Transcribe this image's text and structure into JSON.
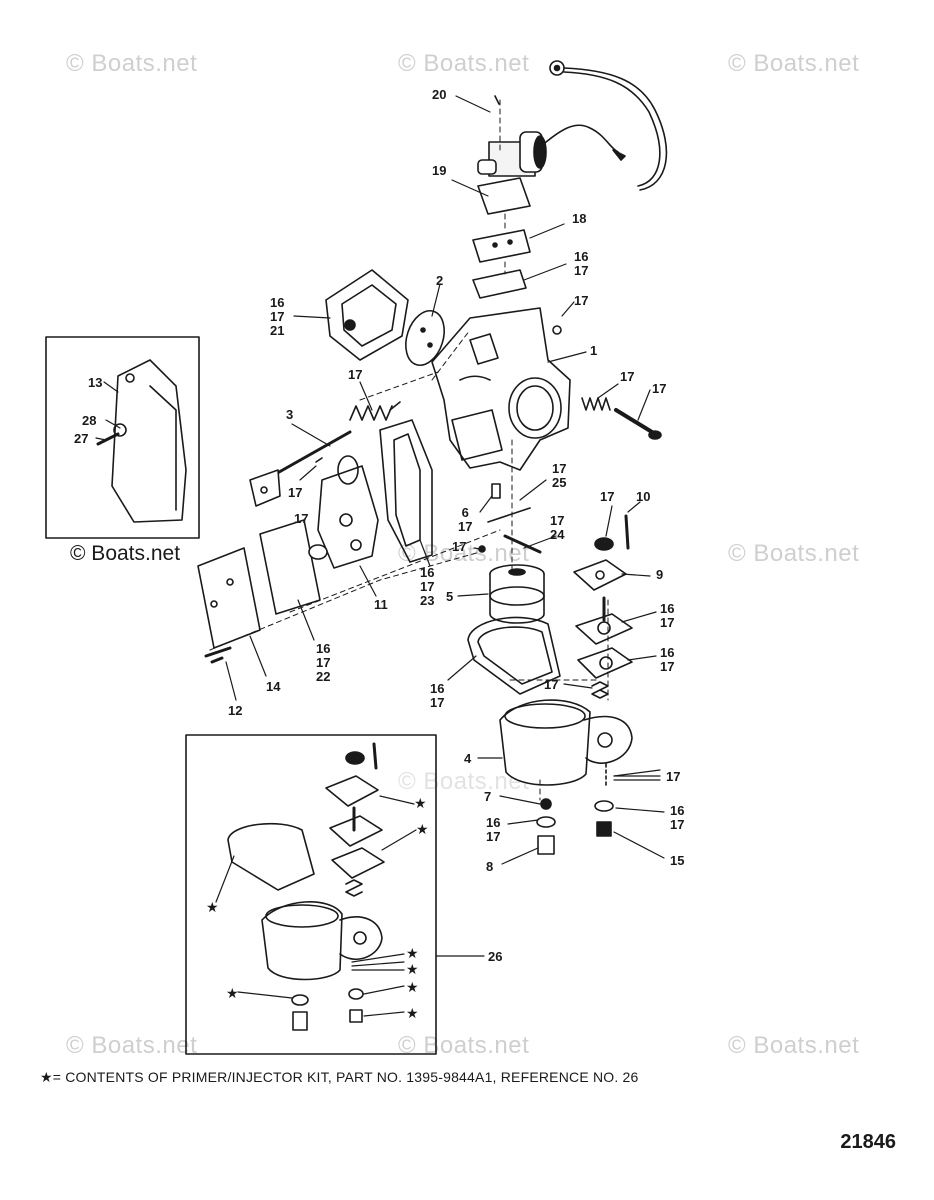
{
  "watermarks": [
    "© Boats.net",
    "© Boats.net",
    "© Boats.net",
    "© Boats.net",
    "© Boats.net",
    "© Boats.net",
    "© Boats.net",
    "© Boats.net",
    "© Boats.net",
    "© Boats.net"
  ],
  "callouts": [
    {
      "id": "c20",
      "lines": [
        "20"
      ]
    },
    {
      "id": "c19",
      "lines": [
        "19"
      ]
    },
    {
      "id": "c18",
      "lines": [
        "18"
      ]
    },
    {
      "id": "c16_17_a",
      "lines": [
        "16",
        "17"
      ]
    },
    {
      "id": "c17_a",
      "lines": [
        "17"
      ]
    },
    {
      "id": "c2",
      "lines": [
        "2"
      ]
    },
    {
      "id": "c16_17_21",
      "lines": [
        "16",
        "17",
        "21"
      ]
    },
    {
      "id": "c1",
      "lines": [
        "1"
      ]
    },
    {
      "id": "c17_b",
      "lines": [
        "17"
      ]
    },
    {
      "id": "c17_c",
      "lines": [
        "17"
      ]
    },
    {
      "id": "c17_d",
      "lines": [
        "17"
      ]
    },
    {
      "id": "c3",
      "lines": [
        "3"
      ]
    },
    {
      "id": "c17_e",
      "lines": [
        "17"
      ]
    },
    {
      "id": "c17_25",
      "lines": [
        "17",
        "25"
      ]
    },
    {
      "id": "c6_17",
      "lines": [
        "6",
        "17"
      ]
    },
    {
      "id": "c17_24",
      "lines": [
        "17",
        "24"
      ]
    },
    {
      "id": "c17_f",
      "lines": [
        "17"
      ]
    },
    {
      "id": "c10",
      "lines": [
        "10"
      ]
    },
    {
      "id": "c17_g",
      "lines": [
        "17"
      ]
    },
    {
      "id": "c17_h",
      "lines": [
        "17"
      ]
    },
    {
      "id": "c9",
      "lines": [
        "9"
      ]
    },
    {
      "id": "c16_17_23",
      "lines": [
        "16",
        "17",
        "23"
      ]
    },
    {
      "id": "c5",
      "lines": [
        "5"
      ]
    },
    {
      "id": "c11",
      "lines": [
        "11"
      ]
    },
    {
      "id": "c16_17_b",
      "lines": [
        "16",
        "17"
      ]
    },
    {
      "id": "c16_17_c",
      "lines": [
        "16",
        "17"
      ]
    },
    {
      "id": "c16_17_22",
      "lines": [
        "16",
        "17",
        "22"
      ]
    },
    {
      "id": "c14",
      "lines": [
        "14"
      ]
    },
    {
      "id": "c12",
      "lines": [
        "12"
      ]
    },
    {
      "id": "c16_17_d",
      "lines": [
        "16",
        "17"
      ]
    },
    {
      "id": "c17_i",
      "lines": [
        "17"
      ]
    },
    {
      "id": "c4",
      "lines": [
        "4"
      ]
    },
    {
      "id": "c17_j",
      "lines": [
        "17"
      ]
    },
    {
      "id": "c7",
      "lines": [
        "7"
      ]
    },
    {
      "id": "c16_17_e",
      "lines": [
        "16",
        "17"
      ]
    },
    {
      "id": "c16_17_f",
      "lines": [
        "16",
        "17"
      ]
    },
    {
      "id": "c15",
      "lines": [
        "15"
      ]
    },
    {
      "id": "c8",
      "lines": [
        "8"
      ]
    },
    {
      "id": "c26",
      "lines": [
        "26"
      ]
    },
    {
      "id": "c13",
      "lines": [
        "13"
      ]
    },
    {
      "id": "c28",
      "lines": [
        "28"
      ]
    },
    {
      "id": "c27",
      "lines": [
        "27"
      ]
    }
  ],
  "star_symbol": "★",
  "footer_note": "★= CONTENTS OF PRIMER/INJECTOR KIT, PART NO. 1395-9844A1,  REFERENCE NO. 26",
  "figure_number": "21846"
}
